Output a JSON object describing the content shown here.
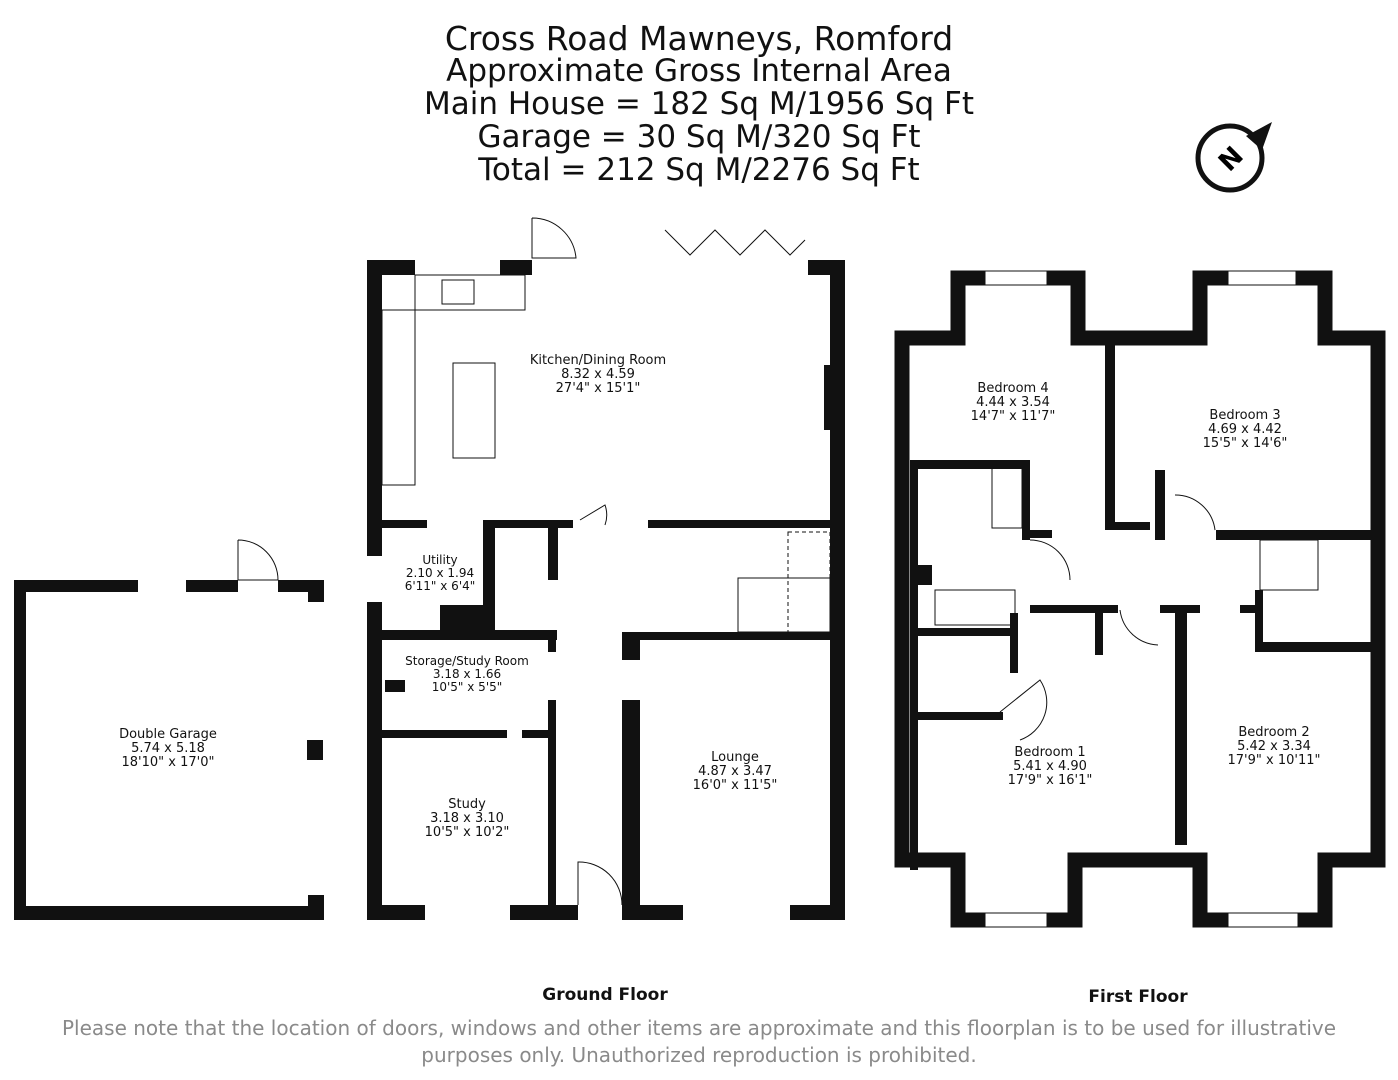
{
  "header": {
    "lines": [
      "Cross Road Mawneys, Romford",
      "Approximate Gross Internal Area",
      "Main House = 182 Sq M/1956 Sq Ft",
      "Garage = 30 Sq M/320 Sq Ft",
      "Total = 212 Sq M/2276 Sq Ft"
    ]
  },
  "compass": {
    "letter": "N"
  },
  "rooms": [
    {
      "name": "Double Garage",
      "metric": "5.74 x 5.18",
      "imperial": "18'10\" x 17'0\""
    },
    {
      "name": "Kitchen/Dining Room",
      "metric": "8.32 x 4.59",
      "imperial": "27'4\" x 15'1\""
    },
    {
      "name": "Utility",
      "metric": "2.10 x 1.94",
      "imperial": "6'11\" x 6'4\""
    },
    {
      "name": "Storage/Study Room",
      "metric": "3.18 x 1.66",
      "imperial": "10'5\" x 5'5\""
    },
    {
      "name": "Study",
      "metric": "3.18 x 3.10",
      "imperial": "10'5\" x 10'2\""
    },
    {
      "name": "Lounge",
      "metric": "4.87 x 3.47",
      "imperial": "16'0\" x 11'5\""
    },
    {
      "name": "Bedroom 4",
      "metric": "4.44 x 3.54",
      "imperial": "14'7\" x 11'7\""
    },
    {
      "name": "Bedroom 3",
      "metric": "4.69 x 4.42",
      "imperial": "15'5\" x 14'6\""
    },
    {
      "name": "Bedroom 1",
      "metric": "5.41 x 4.90",
      "imperial": "17'9\" x 16'1\""
    },
    {
      "name": "Bedroom 2",
      "metric": "5.42 x 3.34",
      "imperial": "17'9\" x 10'11\""
    }
  ],
  "floors": {
    "ground": "Ground Floor",
    "first": "First Floor"
  },
  "disclaimer": [
    "Please note that the location of doors, windows and other items are approximate and this floorplan is to be used for illustrative",
    "purposes only. Unauthorized reproduction is prohibited."
  ]
}
